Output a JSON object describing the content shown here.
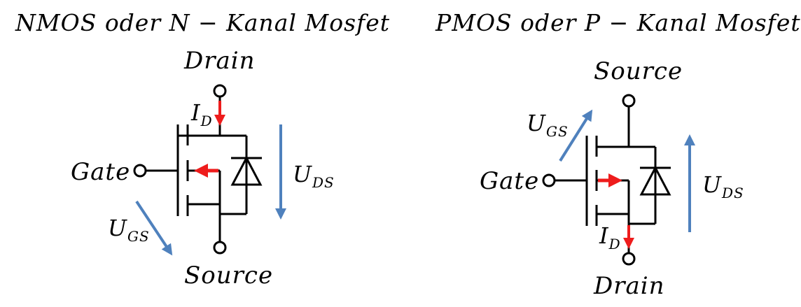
{
  "colors": {
    "line": "#000000",
    "current_arrow": "#ee1c1c",
    "voltage_arrow": "#4f81bd"
  },
  "nmos": {
    "title": "NMOS oder N − Kanal Mosfet",
    "drain_label": "Drain",
    "gate_label": "Gate",
    "source_label": "Source",
    "id_symbol": "I",
    "id_subscript": "D",
    "ugs_symbol": "U",
    "ugs_subscript": "GS",
    "uds_symbol": "U",
    "uds_subscript": "DS"
  },
  "pmos": {
    "title": "PMOS oder P − Kanal Mosfet",
    "source_label": "Source",
    "gate_label": "Gate",
    "drain_label": "Drain",
    "id_symbol": "I",
    "id_subscript": "D",
    "ugs_symbol": "U",
    "ugs_subscript": "GS",
    "uds_symbol": "U",
    "uds_subscript": "DS"
  }
}
